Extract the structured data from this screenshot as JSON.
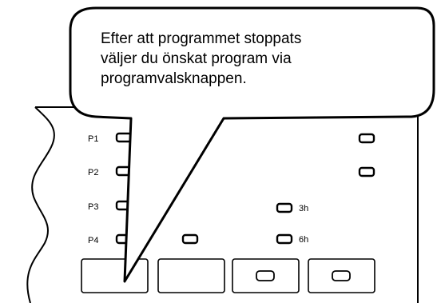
{
  "callout": {
    "lines": [
      "Efter att programmet stoppats",
      "väljer du önskat program via",
      "programvalsknappen."
    ]
  },
  "panel": {
    "program_labels": [
      "P1",
      "P2",
      "P3",
      "P4"
    ],
    "timer_labels": [
      "3h",
      "6h"
    ]
  },
  "colors": {
    "stroke": "#000000",
    "fill": "#ffffff"
  }
}
